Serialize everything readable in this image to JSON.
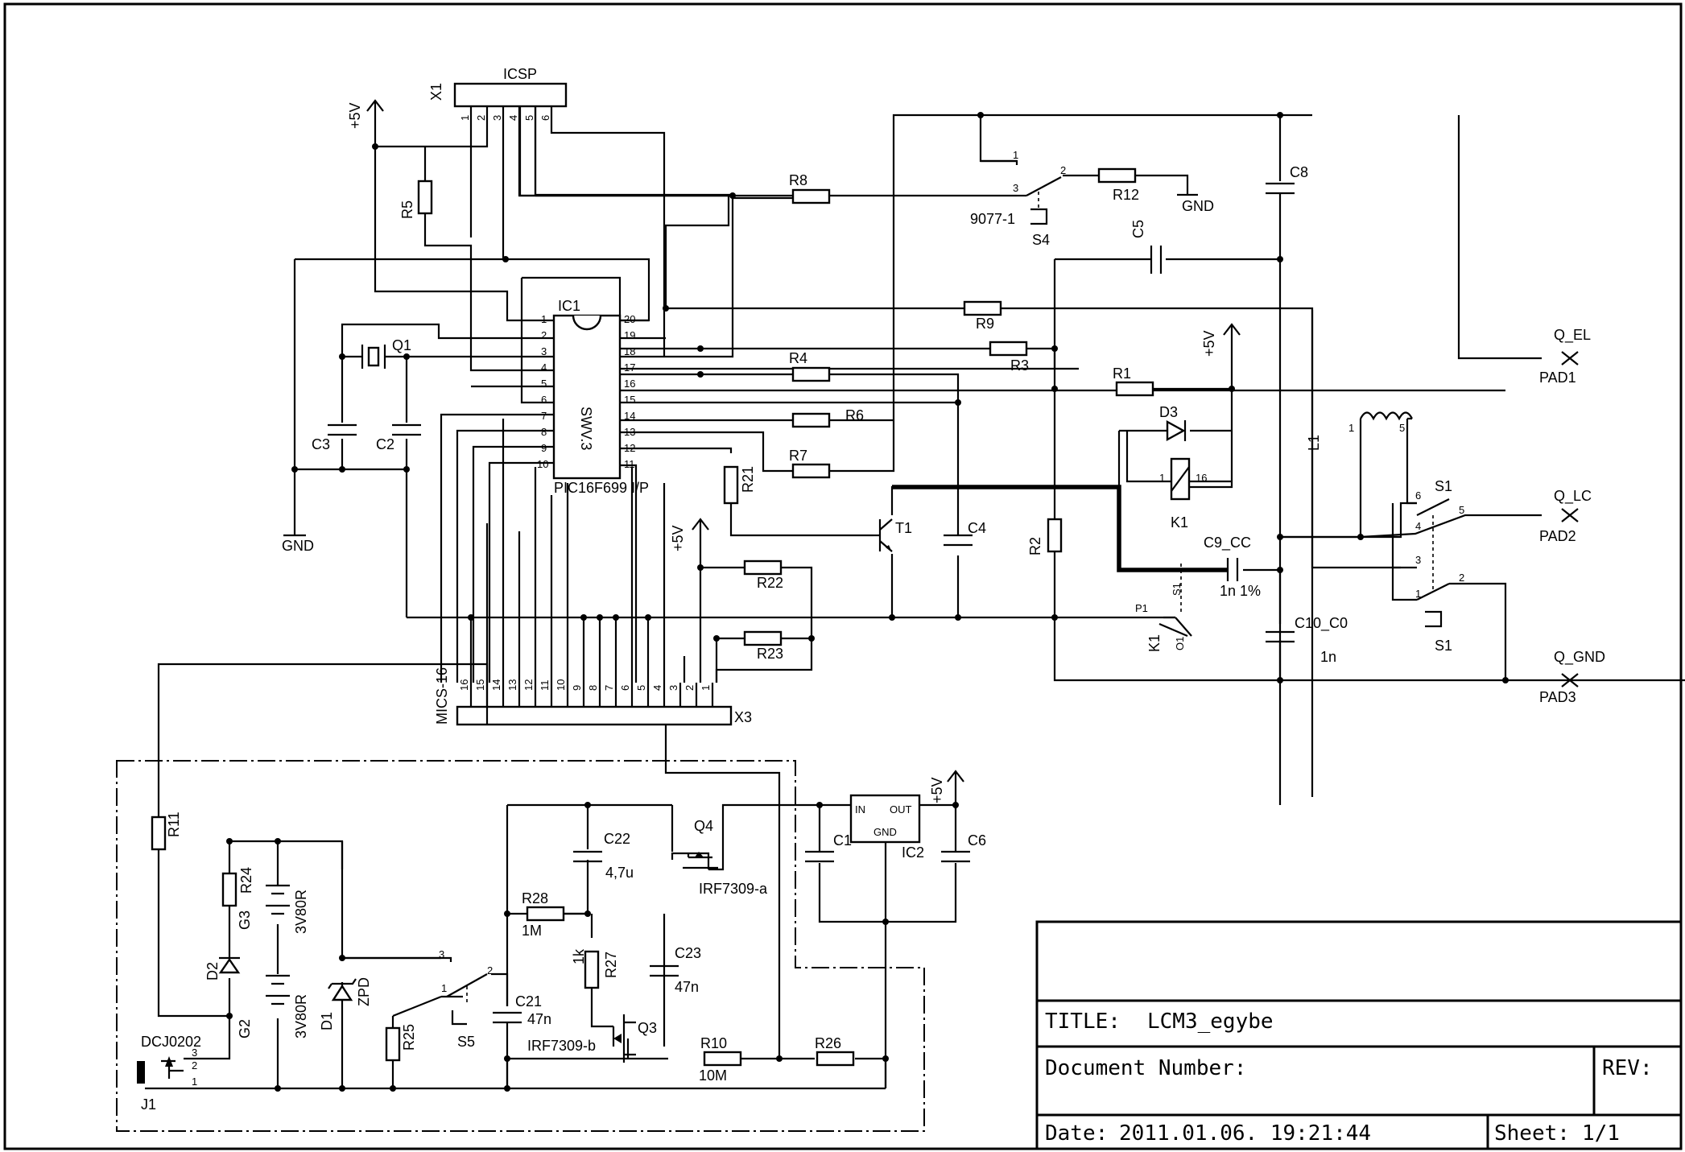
{
  "header": {
    "connector_x1": "X1",
    "connector_x1_name": "ICSP",
    "x1_pins": [
      "1",
      "2",
      "3",
      "4",
      "5",
      "6"
    ]
  },
  "ic1": {
    "name": "IC1",
    "body": "SWV.3",
    "part": "PIC16F699 I/P",
    "left_pins": [
      "1",
      "2",
      "3",
      "4",
      "5",
      "6",
      "7",
      "8",
      "9",
      "10"
    ],
    "right_pins": [
      "20",
      "19",
      "18",
      "17",
      "16",
      "15",
      "14",
      "13",
      "12",
      "11"
    ]
  },
  "connector_x3": {
    "name": "X3",
    "type": "MICS-16",
    "pins": [
      "16",
      "15",
      "14",
      "13",
      "12",
      "11",
      "10",
      "9",
      "8",
      "7",
      "6",
      "5",
      "4",
      "3",
      "2",
      "1"
    ]
  },
  "labels": {
    "vcc": "+5V",
    "gnd": "GND",
    "q1": "Q1",
    "c3": "C3",
    "c2": "C2",
    "r5": "R5",
    "r8": "R8",
    "r12": "R12",
    "s4": "S4",
    "s4_part": "9077-1",
    "c8": "C8",
    "c5": "C5",
    "r9": "R9",
    "r3": "R3",
    "r4": "R4",
    "r1": "R1",
    "r6": "R6",
    "r7": "R7",
    "r21": "R21",
    "t1": "T1",
    "c4": "C4",
    "d3": "D3",
    "k1": "K1",
    "k1_pin1": "1",
    "k1_pin16": "16",
    "r2": "R2",
    "c9": "C9_CC",
    "c9_val": "1n 1%",
    "l1": "L1",
    "c10": "C10_C0",
    "c10_val": "1n",
    "r22": "R22",
    "r23": "R23",
    "p1": "P1",
    "s1": "S1",
    "o1": "O1",
    "q_el": "Q_EL",
    "pad1": "PAD1",
    "q_lc": "Q_LC",
    "pad2": "PAD2",
    "q_gnd": "Q_GND",
    "pad3": "PAD3",
    "s1_pins": [
      "6",
      "5",
      "4",
      "3",
      "2",
      "1"
    ],
    "l1_pins": [
      "1",
      "5"
    ],
    "s4_pins": [
      "1",
      "2",
      "3"
    ],
    "r11": "R11",
    "r24": "R24",
    "g3": "G3",
    "g3_val": "3V80R",
    "g2": "G2",
    "g2_val": "3V80R",
    "d2": "D2",
    "d1": "D1",
    "d1_val": "ZPD",
    "s5": "S5",
    "s5_pins": [
      "1",
      "2",
      "3"
    ],
    "r25": "R25",
    "c22": "C22",
    "c22_val": "4,7u",
    "q4": "Q4",
    "q4_val": "IRF7309-a",
    "r28": "R28",
    "r28_val": "1M",
    "r27": "R27",
    "r27_val": "1k",
    "c23": "C23",
    "c23_val": "47n",
    "c21": "C21",
    "c21_val": "47n",
    "q3": "Q3",
    "q3_val": "IRF7309-b",
    "r10": "R10",
    "r10_val": "10M",
    "r26": "R26",
    "ic2": "IC2",
    "ic2_in": "IN",
    "ic2_out": "OUT",
    "ic2_gnd": "GND",
    "c1": "C1",
    "c6": "C6",
    "j1": "J1",
    "j1_type": "DCJ0202",
    "j1_pins": [
      "3",
      "2",
      "1"
    ]
  },
  "title_block": {
    "title_label": "TITLE:",
    "title": "LCM3_egybe",
    "docnum_label": "Document Number:",
    "rev_label": "REV:",
    "date_label": "Date:",
    "date": "2011.01.06. 19:21:44",
    "sheet_label": "Sheet:",
    "sheet": "1/1"
  }
}
